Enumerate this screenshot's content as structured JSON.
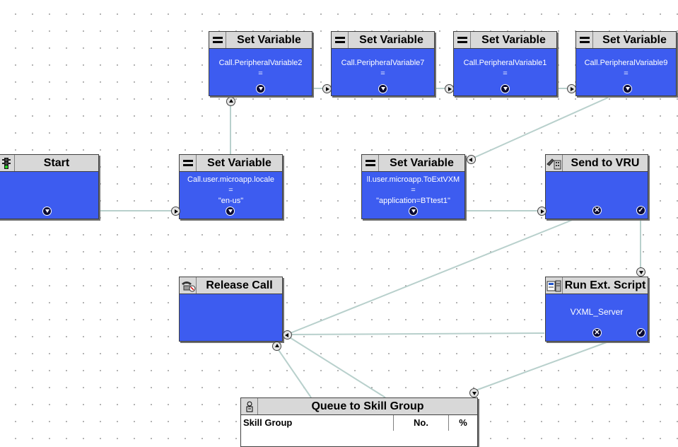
{
  "nodes": {
    "start": {
      "title": "Start"
    },
    "set_var_locale": {
      "title": "Set Variable",
      "line1": "Call.user.microapp.locale",
      "line2": "=",
      "line3": "\"en-us\""
    },
    "set_var_pv2": {
      "title": "Set Variable",
      "line1": "Call.PeripheralVariable2",
      "line2": "="
    },
    "set_var_pv7": {
      "title": "Set Variable",
      "line1": "Call.PeripheralVariable7",
      "line2": "="
    },
    "set_var_pv1": {
      "title": "Set Variable",
      "line1": "Call.PeripheralVariable1",
      "line2": "="
    },
    "set_var_pv9": {
      "title": "Set Variable",
      "line1": "Call.PeripheralVariable9",
      "line2": "="
    },
    "set_var_toext": {
      "title": "Set Variable",
      "line1": "ll.user.microapp.ToExtVXM",
      "line2": "=",
      "line3": "\"application=BTtest1\""
    },
    "send_to_vru": {
      "title": "Send to VRU"
    },
    "run_ext_script": {
      "title": "Run Ext. Script",
      "line1": "VXML_Server"
    },
    "release_call": {
      "title": "Release Call"
    },
    "queue_skill_group": {
      "title": "Queue to Skill Group",
      "columns": [
        "Skill Group",
        "No.",
        "%"
      ]
    }
  },
  "colors": {
    "node_body": "#3d5cf0",
    "header": "#d8d8d8",
    "connector": "#b8d0cc"
  },
  "icons": {
    "start": "traffic-light-icon",
    "set_variable": "equals-icon",
    "send_to_vru": "vru-phone-icon",
    "run_ext_script": "script-server-icon",
    "release_call": "phone-release-icon",
    "queue": "queue-icon"
  }
}
